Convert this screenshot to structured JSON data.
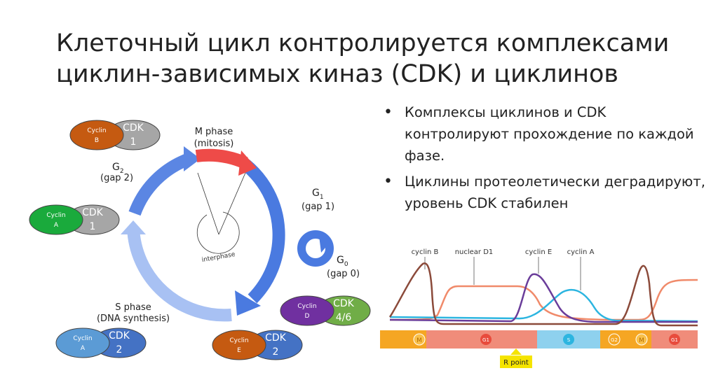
{
  "title": {
    "line1": "Клеточный цикл контролируется комплексами",
    "line2": "циклин-зависимых киназ (CDK) и циклинов"
  },
  "bullets": [
    "Комплексы циклинов и CDK контролируют прохождение по каждой фазе.",
    "Циклины протеолетически деградируют, уровень CDK стабилен"
  ],
  "cycle": {
    "m_phase": "M phase",
    "mitosis": "(mitosis)",
    "g2": "G",
    "g2_sub": "2",
    "g2_gap": "(gap 2)",
    "g1": "G",
    "g1_sub": "1",
    "g1_gap": "(gap 1)",
    "g0": "G",
    "g0_sub": "0",
    "g0_gap": "(gap 0)",
    "s_phase": "S phase",
    "s_sub": "(DNA synthesis)",
    "interphase": "interphase"
  },
  "complexes": [
    {
      "cyclin": "Cyclin",
      "cyclin_letter": "B",
      "cdk": "CDK",
      "cdk_num": "1",
      "cyclin_color": "#c55a11",
      "cdk_color": "#a6a6a6"
    },
    {
      "cyclin": "Cyclin",
      "cyclin_letter": "A",
      "cdk": "CDK",
      "cdk_num": "1",
      "cyclin_color": "#1aaa3c",
      "cdk_color": "#a6a6a6"
    },
    {
      "cyclin": "Cyclin",
      "cyclin_letter": "D",
      "cdk": "CDK",
      "cdk_num": "4/6",
      "cyclin_color": "#7030a0",
      "cdk_color": "#70ad47"
    },
    {
      "cyclin": "Cyclin",
      "cyclin_letter": "A",
      "cdk": "CDK",
      "cdk_num": "2",
      "cyclin_color": "#5b9bd5",
      "cdk_color": "#4472c4"
    },
    {
      "cyclin": "Cyclin",
      "cyclin_letter": "E",
      "cdk": "CDK",
      "cdk_num": "2",
      "cyclin_color": "#c55a11",
      "cdk_color": "#4472c4"
    }
  ],
  "graph": {
    "labels": {
      "cyclin_b": "cyclin B",
      "nuclear_d1": "nuclear D1",
      "cyclin_e": "cyclin E",
      "cyclin_a": "cyclin A"
    },
    "colors": {
      "cyclin_b": "#8b4a3a",
      "nuclear_d1": "#f08a6a",
      "cyclin_e": "#6a3d9a",
      "cyclin_a": "#2cb5e0"
    },
    "phases": [
      "M",
      "G1",
      "S",
      "G2",
      "M",
      "G1"
    ],
    "r_point": "R point"
  }
}
